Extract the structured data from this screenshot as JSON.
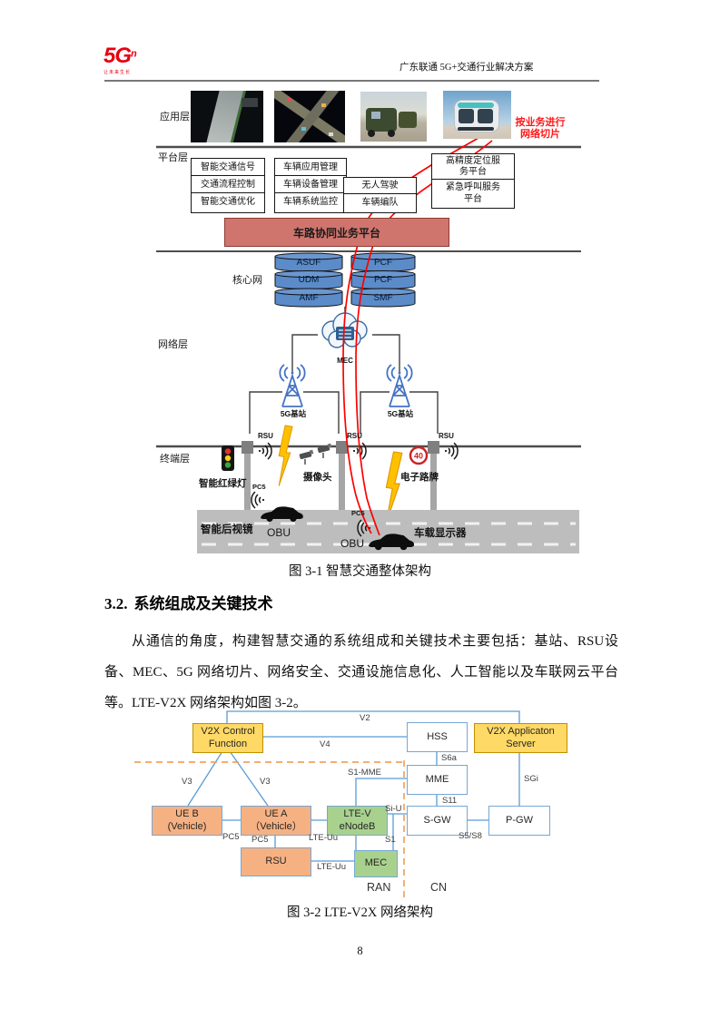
{
  "header": {
    "logo": {
      "main": "5G",
      "sup": "n",
      "slogan": "让未来生长"
    },
    "title": "广东联通 5G+交通行业解决方案"
  },
  "fig1": {
    "caption": "图 3-1 智慧交通整体架构",
    "annotation": "按业务进行\n网络切片",
    "layers": {
      "app": "应用层",
      "platform": "平台层",
      "core": "核心网",
      "network": "网络层",
      "terminal": "终端层"
    },
    "app_images": [
      "3d-highway-render",
      "v2x-intersection-graphic",
      "vehicle-convoy-photo",
      "autonomous-shuttle-photo"
    ],
    "platform": {
      "col1": [
        "智能交通信号",
        "交通流程控制",
        "智能交通优化"
      ],
      "col2": [
        "车辆应用管理",
        "车辆设备管理",
        "车辆系统监控"
      ],
      "col3": [
        "无人驾驶",
        "车辆编队"
      ],
      "col4": [
        "高精度定位服\n务平台",
        "紧急呼叫服务\n平台"
      ]
    },
    "bus_platform": "车路协同业务平台",
    "core_nodes": {
      "left": [
        "ASUF",
        "UDM",
        "AMF"
      ],
      "right": [
        "PCF",
        "PCF",
        "SMF"
      ]
    },
    "network": {
      "mec": "MEC",
      "bts": "5G基站",
      "rsu": "RSU"
    },
    "terminal": {
      "traffic_light": "智能红绿灯",
      "pc5": "PC5",
      "camera": "摄像头",
      "road_sign": "电子路牌",
      "speed_sign": "40",
      "rearview": "智能后视镜",
      "obu": "OBU",
      "display": "车载显示器"
    }
  },
  "section": {
    "heading_no": "3.2.",
    "heading_text": "系统组成及关键技术",
    "paragraph": "从通信的角度，构建智慧交通的系统组成和关键技术主要包括：基站、RSU设备、MEC、5G 网络切片、网络安全、交通设施信息化、人工智能以及车联网云平台等。LTE-V2X 网络架构如图 3-2。"
  },
  "fig2": {
    "caption": "图 3-2 LTE-V2X 网络架构",
    "nodes": {
      "vcf": "V2X Control\nFunction",
      "hss": "HSS",
      "vas": "V2X Applicaton\nServer",
      "mme": "MME",
      "sgw": "S-GW",
      "pgw": "P-GW",
      "ueb": "UE B\n(Vehicle)",
      "uea": "UE A\n（Vehicle）",
      "enb": "LTE-V\neNodeB",
      "rsu": "RSU",
      "mec": "MEC"
    },
    "edges": {
      "v2": "V2",
      "v4": "V4",
      "v3": "V3",
      "s6a": "S6a",
      "sgi": "SGi",
      "s1mme": "S1-MME",
      "s11": "S11",
      "siu": "Si-U",
      "s1": "S1",
      "s5s8": "S5/S8",
      "pc5": "PC5",
      "lteuu": "LTE-Uu"
    },
    "zones": {
      "ran": "RAN",
      "cn": "CN"
    }
  },
  "page_number": "8",
  "colors": {
    "logo_red": "#E60012",
    "slice_red": "#FF0000",
    "bus_bar_fill": "#D0756E",
    "cylinder_blue": "#5B8BC9",
    "node_yellow": "#FFD966",
    "node_orange": "#F6B183",
    "node_green": "#A9D18E",
    "edge_blue": "#5B9BD5",
    "dash_orange": "#F0A35E"
  }
}
